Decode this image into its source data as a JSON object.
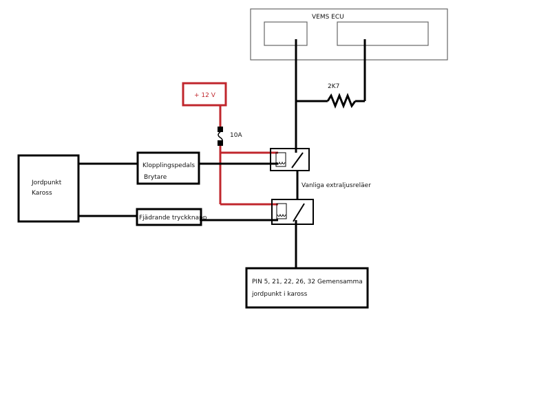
{
  "ecu": {
    "title": "VEMS ECU"
  },
  "resistor": {
    "label": "2K7"
  },
  "power": {
    "label": "+ 12 V"
  },
  "fuse": {
    "label": "10A"
  },
  "ground_box": {
    "line1": "Jordpunkt",
    "line2": "Kaross"
  },
  "clutch_switch": {
    "line1": "Klopplingspedals",
    "line2": "Brytare"
  },
  "push_button": {
    "label": "Fjädrande tryckknapp"
  },
  "relays": {
    "label": "Vanliga extraljusreläer"
  },
  "pins_box": {
    "line1": "PIN 5, 21, 22, 26, 32 Gemensamma",
    "line2": "jordpunkt i kaross"
  },
  "colors": {
    "wire": "#000000",
    "power_wire": "#c0262c",
    "box_border": "#000000",
    "ecu_border": "#666666"
  }
}
